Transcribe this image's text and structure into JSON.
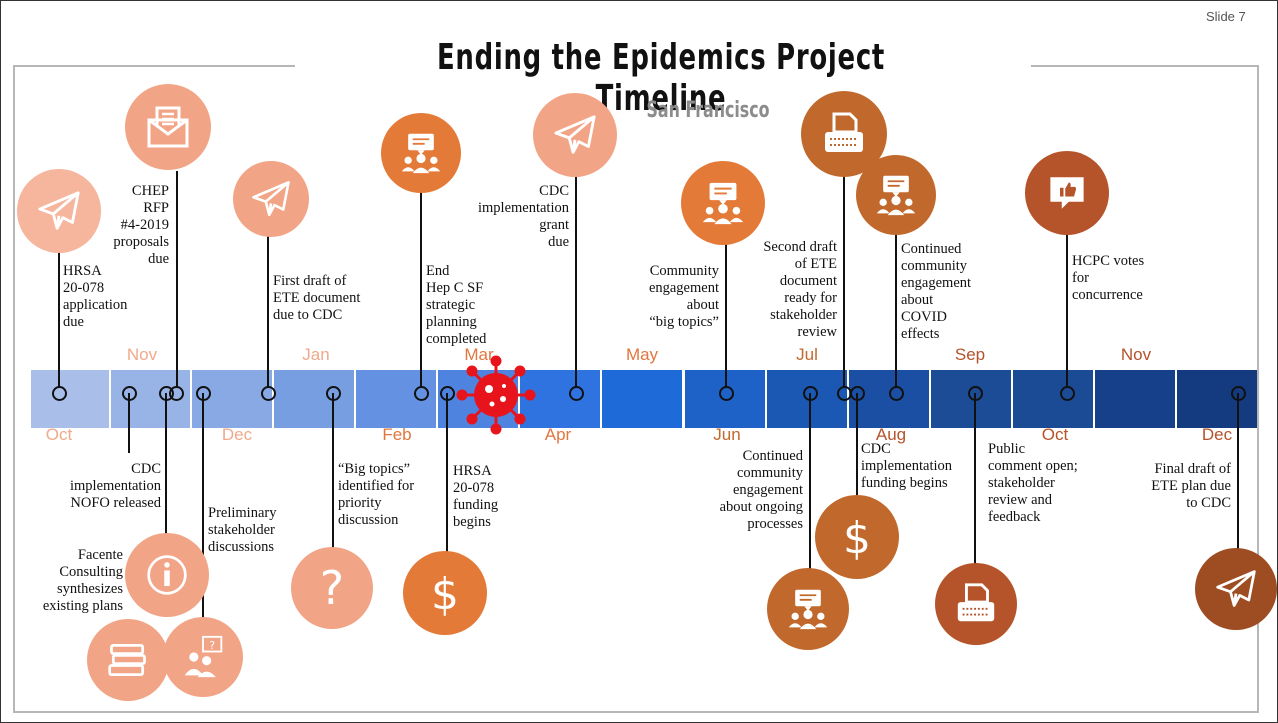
{
  "slide": {
    "title": "Ending the Epidemics Project Timeline",
    "subtitle": "San Francisco",
    "slide_number": "Slide 7"
  },
  "timeline": {
    "months_top": [
      "Nov",
      "Jan",
      "Mar",
      "May",
      "Jul",
      "Sep",
      "Nov"
    ],
    "months_bottom": [
      "Oct",
      "Dec",
      "Feb",
      "Apr",
      "Jun",
      "Aug",
      "Oct",
      "Dec"
    ],
    "colors": {
      "bar": [
        "#a9bfe9",
        "#98b4e6",
        "#88a9e4",
        "#789ee2",
        "#6591e2",
        "#4f83e0",
        "#2e73e0",
        "#1d6ad8",
        "#1e62c8",
        "#1b58b4",
        "#1b4fa4",
        "#1c4c96",
        "#1a4b94",
        "#16418a",
        "#143b80"
      ],
      "label_light": "#f0a98a",
      "label_mid": "#e2763e",
      "label_dark": "#b5532a",
      "icon_peach": "#f2a486",
      "icon_orange": "#e47a38",
      "icon_brown": "#c1692d",
      "icon_dark": "#9e4d22",
      "virus": "#e8141b"
    }
  },
  "events_above": [
    {
      "icon": "paper-plane-icon",
      "lines": [
        "HRSA",
        "20-078",
        "application",
        "due"
      ]
    },
    {
      "icon": "envelope-icon",
      "lines": [
        "CHEP",
        "RFP",
        "#4-2019",
        "proposals",
        "due"
      ]
    },
    {
      "icon": "paper-plane-icon",
      "lines": [
        "First draft of",
        "ETE document",
        "due to CDC"
      ]
    },
    {
      "icon": "chat-group-icon",
      "lines": [
        "End",
        "Hep C SF",
        "strategic",
        "planning",
        "completed"
      ]
    },
    {
      "icon": "paper-plane-icon",
      "lines": [
        "CDC",
        "implementation",
        "grant",
        "due"
      ]
    },
    {
      "icon": "chat-group-icon",
      "lines": [
        "Community",
        "engagement",
        "about",
        "“big topics”"
      ]
    },
    {
      "icon": "typewriter-icon",
      "lines": [
        "Second draft",
        "of ETE",
        "document",
        "ready for",
        "stakeholder",
        "review"
      ]
    },
    {
      "icon": "chat-group-icon",
      "lines": [
        "Continued",
        "community",
        "engagement",
        "about",
        "COVID",
        "effects"
      ]
    },
    {
      "icon": "thumbs-up-icon",
      "lines": [
        "HCPC votes",
        "for",
        "concurrence"
      ]
    }
  ],
  "events_below": [
    {
      "icon": "info-icon",
      "lines": [
        "CDC",
        "implementation",
        "NOFO released"
      ]
    },
    {
      "icon": "books-icon",
      "lines": [
        "Facente",
        "Consulting",
        "synthesizes",
        "existing plans"
      ]
    },
    {
      "icon": "question-group-icon",
      "lines": [
        "Preliminary",
        "stakeholder",
        "discussions"
      ]
    },
    {
      "icon": "question-icon",
      "lines": [
        "“Big topics”",
        "identified for",
        "priority",
        "discussion"
      ]
    },
    {
      "icon": "dollar-icon",
      "lines": [
        "HRSA",
        "20-078",
        "funding",
        "begins"
      ]
    },
    {
      "icon": "chat-group-icon",
      "lines": [
        "Continued",
        "community",
        "engagement",
        "about ongoing",
        "processes"
      ]
    },
    {
      "icon": "dollar-icon",
      "lines": [
        "CDC",
        "implementation",
        "funding begins"
      ]
    },
    {
      "icon": "typewriter-icon",
      "lines": [
        "Public",
        "comment open;",
        "stakeholder",
        "review and",
        "feedback"
      ]
    },
    {
      "icon": "paper-plane-icon",
      "lines": [
        "Final draft of",
        "ETE plan due",
        "to CDC"
      ]
    }
  ]
}
